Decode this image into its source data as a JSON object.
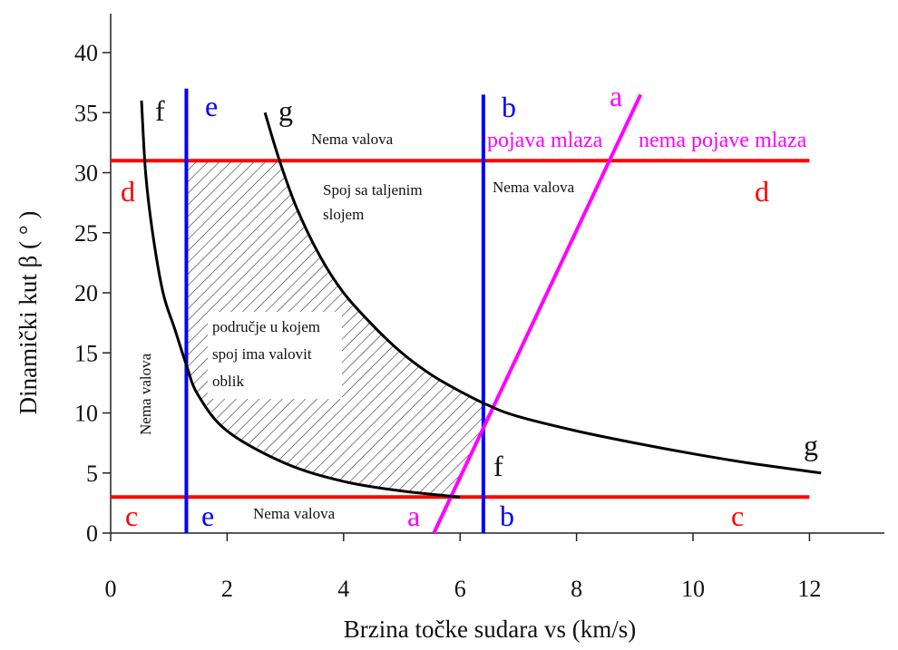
{
  "chart_data": {
    "type": "line",
    "xlabel": "Brzina točke sudara vs (km/s)",
    "ylabel": "Dinamički kut β ( ° )",
    "xlim": [
      0,
      13.5
    ],
    "ylim": [
      0,
      43
    ],
    "x_ticks": [
      "0",
      "2",
      "4",
      "6",
      "8",
      "10",
      "12"
    ],
    "y_ticks": [
      "0",
      "5",
      "10",
      "15",
      "20",
      "25",
      "30",
      "35",
      "40"
    ],
    "grid": false,
    "lines": [
      {
        "name": "c",
        "color": "#ff0000",
        "points": [
          [
            0,
            3
          ],
          [
            12,
            3
          ]
        ]
      },
      {
        "name": "d",
        "color": "#ff0000",
        "points": [
          [
            0,
            31
          ],
          [
            12,
            31
          ]
        ]
      },
      {
        "name": "e",
        "color": "#0000ff",
        "points": [
          [
            1.3,
            0
          ],
          [
            1.3,
            37
          ]
        ]
      },
      {
        "name": "b",
        "color": "#0000ff",
        "points": [
          [
            6.4,
            0
          ],
          [
            6.4,
            36.5
          ]
        ]
      },
      {
        "name": "a",
        "color": "#ff00ff",
        "points": [
          [
            5.55,
            0
          ],
          [
            9.1,
            36.5
          ]
        ]
      },
      {
        "name": "f",
        "color": "#000000",
        "points": [
          [
            0.53,
            36
          ],
          [
            0.6,
            30
          ],
          [
            0.72,
            25
          ],
          [
            0.9,
            20
          ],
          [
            1.1,
            17
          ],
          [
            1.3,
            14
          ],
          [
            1.5,
            11.5
          ],
          [
            2,
            8.5
          ],
          [
            3,
            5.8
          ],
          [
            4,
            4.3
          ],
          [
            5,
            3.5
          ],
          [
            6,
            3
          ]
        ]
      },
      {
        "name": "g",
        "color": "#000000",
        "points": [
          [
            2.65,
            35
          ],
          [
            2.9,
            31
          ],
          [
            3.2,
            27
          ],
          [
            3.6,
            23
          ],
          [
            4,
            20
          ],
          [
            4.5,
            17.3
          ],
          [
            5,
            15
          ],
          [
            5.5,
            13.2
          ],
          [
            6,
            11.8
          ],
          [
            6.5,
            10.6
          ],
          [
            7,
            9.7
          ],
          [
            8,
            8.5
          ],
          [
            9,
            7.5
          ],
          [
            10,
            6.6
          ],
          [
            11,
            5.8
          ],
          [
            12.2,
            5
          ]
        ]
      }
    ],
    "curve_labels": {
      "f_top": "f",
      "e_top": "e",
      "g_top": "g",
      "b_top": "b",
      "a_top": "a",
      "d_left": "d",
      "d_right": "d",
      "c_left": "c",
      "e_bottom": "e",
      "a_bottom": "a",
      "b_bottom": "b",
      "c_right": "c",
      "f_right": "f",
      "g_right": "g"
    },
    "annotations": {
      "nema_valova_top": "Nema valova",
      "spoj_line1": "Spoj sa taljenim",
      "spoj_line2": "slojem",
      "nema_valova_right": "Nema valova",
      "nema_valova_left": "Nema valova",
      "nema_valova_bottom": "Nema valova",
      "podrucje_line1": "područje u kojem",
      "podrucje_line2": "spoj ima valovit",
      "podrucje_line3": "oblik",
      "pojava_mlaza": "pojava mlaza",
      "nema_pojave_mlaza": "nema pojave mlaza"
    }
  }
}
